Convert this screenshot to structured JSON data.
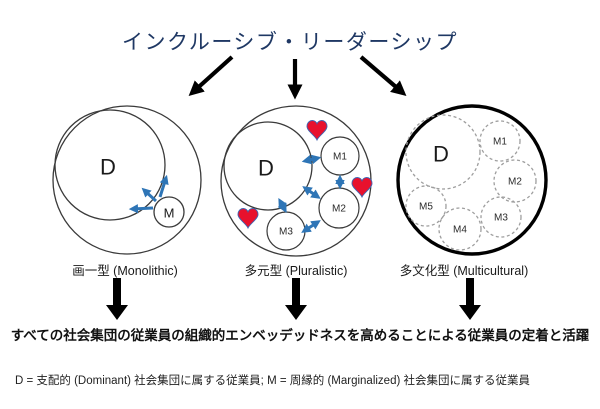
{
  "title": "インクルーシブ・リーダーシップ",
  "diagrams": [
    {
      "label": "画一型 (Monolithic)",
      "d_label": "D",
      "m_labels": [
        "M"
      ]
    },
    {
      "label": "多元型 (Pluralistic)",
      "d_label": "D",
      "m_labels": [
        "M1",
        "M2",
        "M3"
      ]
    },
    {
      "label": "多文化型 (Multicultural)",
      "d_label": "D",
      "m_labels": [
        "M1",
        "M2",
        "M3",
        "M4",
        "M5"
      ]
    }
  ],
  "outcome_text": "すべての社会集団の従業員の組織的エンベッデッドネスを高めることによる従業員の定着と活躍",
  "legend_text": "D = 支配的 (Dominant) 社会集団に属する従業員; M = 周縁的 (Marginalized) 社会集団に属する従業員",
  "colors": {
    "title_navy": "#1f3864",
    "connector_blue": "#2e75b6",
    "heart_red": "#e8112d",
    "heart_outline": "#4063b0",
    "dashed_gray": "#9e9e9e",
    "black": "#000000"
  }
}
